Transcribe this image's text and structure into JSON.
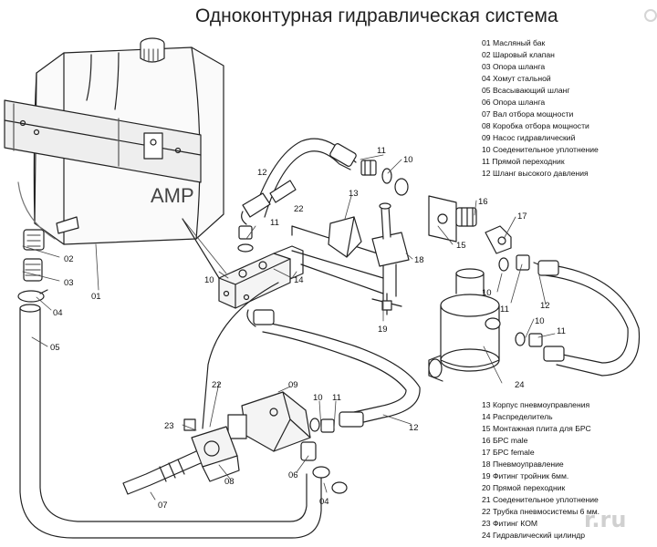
{
  "title": "Одноконтурная гидравлическая система",
  "legend_top": [
    "01 Масляный бак",
    "02 Шаровый клапан",
    "03 Опора шланга",
    "04 Хомут стальной",
    "05 Всасывающий шланг",
    "06 Опора шланга",
    "07 Вал отбора мощности",
    "08 Коробка отбора мощности",
    "09 Насос гидравлический",
    "10 Соеденительное уплотнение",
    "11 Прямой переходник",
    "12 Шланг высокого давления"
  ],
  "legend_bottom": [
    "13 Корпус пневмоуправления",
    "14 Распределитель",
    "15 Монтажная плита для БРС",
    "16 БРС male",
    "17 БРС female",
    "18 Пневмоуправление",
    "19 Фитинг тройник 6мм.",
    "20 Прямой переходник",
    "21 Соеденительное уплотнение",
    "22 Трубка пневмосистемы 6 мм.",
    "23 Фитинг КОМ",
    "24 Гидравлический цилиндр"
  ],
  "tank_label": "AMP",
  "watermark": "r.ru",
  "callouts": {
    "c01": "01",
    "c02": "02",
    "c03": "03",
    "c04a": "04",
    "c05": "05",
    "c06": "06",
    "c07": "07",
    "c08": "08",
    "c09": "09",
    "c10a": "10",
    "c10b": "10",
    "c10c": "10",
    "c10d": "10",
    "c10e": "10",
    "c11a": "11",
    "c11b": "11",
    "c11c": "11",
    "c11d": "11",
    "c11e": "11",
    "c12a": "12",
    "c12b": "12",
    "c12c": "12",
    "c13": "13",
    "c14": "14",
    "c15": "15",
    "c16": "16",
    "c17": "17",
    "c18": "18",
    "c19": "19",
    "c22a": "22",
    "c22b": "22",
    "c23": "23",
    "c24": "24",
    "c04b": "04"
  }
}
